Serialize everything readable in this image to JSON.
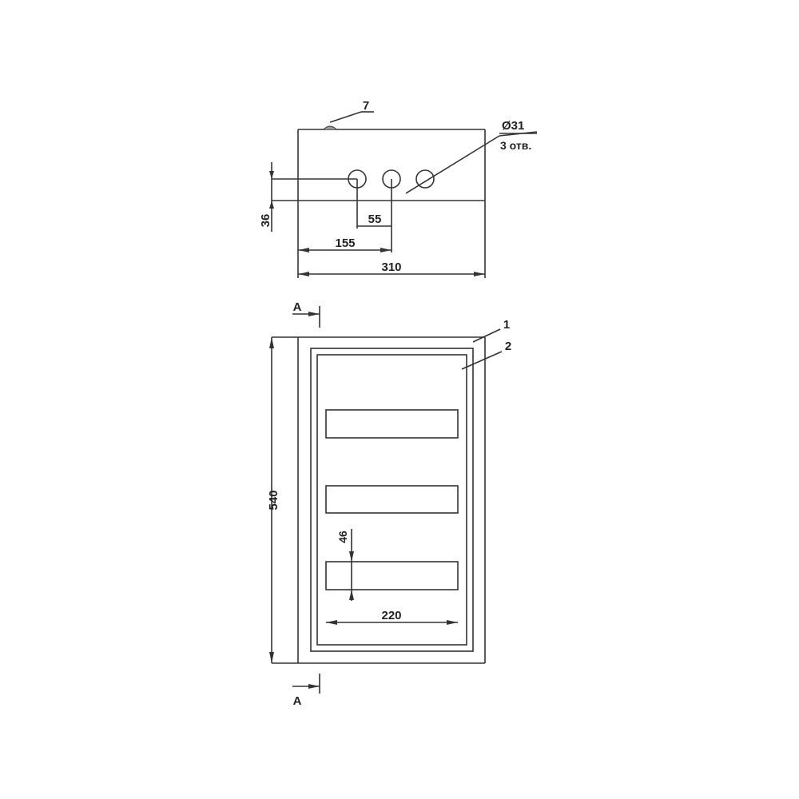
{
  "top_view": {
    "callout_7": "7",
    "hole_diameter": "Ø31",
    "hole_count": "3 отв.",
    "dim_height": "36",
    "dim_spacing": "55",
    "dim_offset": "155",
    "dim_width": "310"
  },
  "front_view": {
    "section_top": "A",
    "section_bottom": "A",
    "callout_1": "1",
    "callout_2": "2",
    "dim_height": "540",
    "dim_module_height": "46",
    "dim_module_width": "220"
  }
}
